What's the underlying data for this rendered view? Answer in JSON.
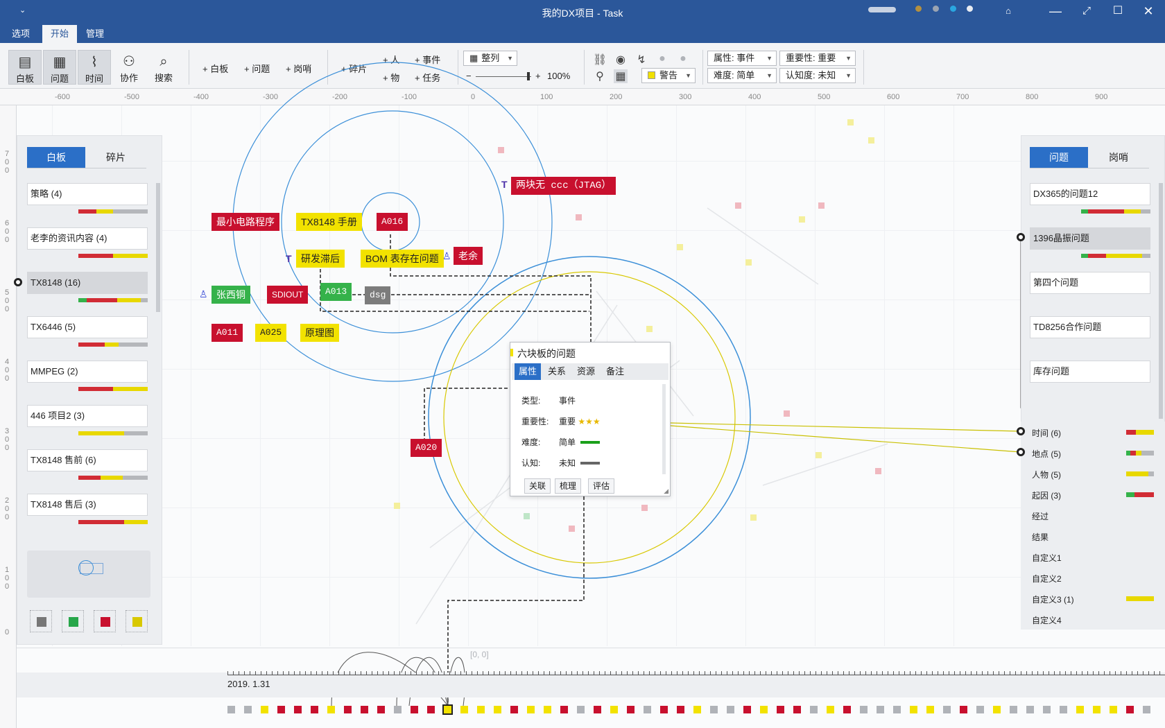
{
  "window": {
    "title": "我的DX项目 - Task",
    "quick_menu": "⌄"
  },
  "menu": {
    "tabs": [
      "选项",
      "开始",
      "管理"
    ],
    "active": "开始"
  },
  "ribbon": {
    "big_buttons": [
      "白板",
      "问题",
      "时间",
      "协作",
      "搜索"
    ],
    "add_buttons": [
      "+ 白板",
      "+ 问题",
      "+ 岗哨",
      "+ 碎片"
    ],
    "add_small": [
      "+ 人",
      "+ 事件",
      "+ 物",
      "+ 任务"
    ],
    "arrange": "整列",
    "zoom_minus": "−",
    "zoom_plus": "+",
    "zoom": "100%",
    "warning": "警告",
    "filters": [
      "属性: 事件",
      "重要性: 重要",
      "难度: 简单",
      "认知度: 未知"
    ]
  },
  "ruler": {
    "top": [
      "-600",
      "-500",
      "-400",
      "-300",
      "-200",
      "-100",
      "0",
      "100",
      "200",
      "300",
      "400",
      "500",
      "600",
      "700",
      "800",
      "900"
    ],
    "left": [
      "7",
      "0",
      "0",
      "6",
      "0",
      "0",
      "5",
      "0",
      "0",
      "4",
      "0",
      "0",
      "3",
      "0",
      "0",
      "2",
      "0",
      "0",
      "1",
      "0",
      "0",
      "0"
    ]
  },
  "left_panel": {
    "tabs": [
      "白板",
      "碎片"
    ],
    "active_tab": "白板",
    "items": [
      {
        "label": "策略 (4)"
      },
      {
        "label": "老李的资讯内容 (4)"
      },
      {
        "label": "TX8148 (16)",
        "selected": true
      },
      {
        "label": "TX6446 (5)"
      },
      {
        "label": "MMPEG (2)"
      },
      {
        "label": "446 项目2 (3)"
      },
      {
        "label": "TX8148 售前 (6)"
      },
      {
        "label": "TX8148 售后 (3)"
      }
    ],
    "swatch_colors": [
      "#777777",
      "#27a64a",
      "#c8102e",
      "#d8c800"
    ]
  },
  "right_panel": {
    "tabs": [
      "问题",
      "岗哨"
    ],
    "active_tab": "问题",
    "items": [
      {
        "label": "DX365的问题12"
      },
      {
        "label": "1396晶振问题",
        "selected": true
      },
      {
        "label": "第四个问题"
      },
      {
        "label": "TD8256合作问题"
      },
      {
        "label": "库存问题"
      }
    ],
    "dimensions": [
      "时间 (6)",
      "地点 (5)",
      "人物 (5)",
      "起因 (3)",
      "经过",
      "结果",
      "自定义1",
      "自定义2",
      "自定义3 (1)",
      "自定义4"
    ]
  },
  "nodes": {
    "n1": "两块无 ccc（JTAG）",
    "n2": "最小电路程序",
    "n3": "TX8148 手册",
    "n4": "A016",
    "n5": "研发滞后",
    "n6": "BOM 表存在问题",
    "n7": "老余",
    "n8": "张西铜",
    "n9": "SDIOUT",
    "n10": "A013",
    "n11": "dsg",
    "n12": "A011",
    "n13": "A025",
    "n14": "原理图",
    "n15": "A020",
    "t_mark": "T",
    "person_icon": "person-icon"
  },
  "popup": {
    "title": "六块板的问题",
    "tabs": [
      "属性",
      "关系",
      "资源",
      "备注"
    ],
    "active_tab": "属性",
    "rows": [
      {
        "key": "类型:",
        "value": "事件"
      },
      {
        "key": "重要性:",
        "value": "重要",
        "stars": "★★★"
      },
      {
        "key": "难度:",
        "value": "简单"
      },
      {
        "key": "认知:",
        "value": "未知"
      }
    ],
    "buttons": [
      "关联",
      "梳理",
      "评估"
    ]
  },
  "timeline": {
    "date": "2019. 1.31",
    "origin": "[0, 0]"
  },
  "colors": {
    "accent": "#2b579a",
    "tab_active": "#2b6fc7",
    "red": "#c8102e",
    "yellow": "#f2e200",
    "green": "#35b24a",
    "gray": "#7c7c7c",
    "ring_blue": "#3b8fd8",
    "ring_yellow": "#d8c800"
  }
}
